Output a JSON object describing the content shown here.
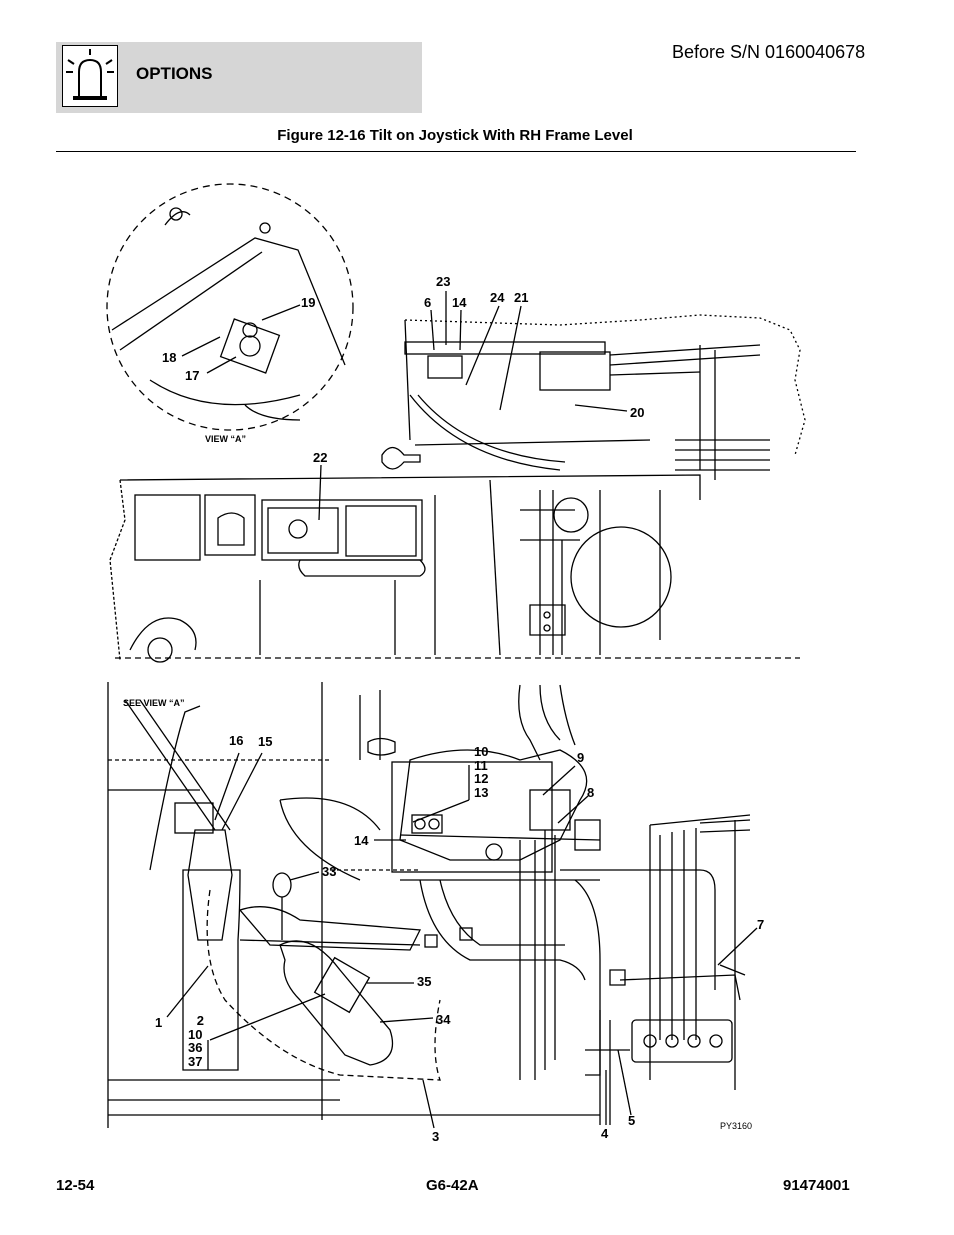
{
  "header": {
    "section": "OPTIONS",
    "serial": "Before S/N 0160040678",
    "icon": "beacon-light-icon"
  },
  "figure": {
    "title": "Figure 12-16 Tilt on Joystick With RH Frame Level",
    "view_a_label": "VIEW “A”",
    "see_view_label": "SEE VIEW “A”",
    "ref_code": "PY3160",
    "callouts": {
      "c23": "23",
      "c6": "6",
      "c14a": "14",
      "c24": "24",
      "c21": "21",
      "c19": "19",
      "c18": "18",
      "c17": "17",
      "c20": "20",
      "c22": "22",
      "c16": "16",
      "c15": "15",
      "c9": "9",
      "c8": "8",
      "c14b": "14",
      "c33": "33",
      "c35": "35",
      "c34": "34",
      "c7": "7",
      "c1": "1",
      "c3": "3",
      "c4": "4",
      "c5": "5"
    },
    "stack_a": [
      "10",
      "11",
      "12",
      "13"
    ],
    "stack_b": [
      "2",
      "10",
      "36",
      "37"
    ]
  },
  "footer": {
    "page": "12-54",
    "model": "G6-42A",
    "part_number": "91474001"
  }
}
